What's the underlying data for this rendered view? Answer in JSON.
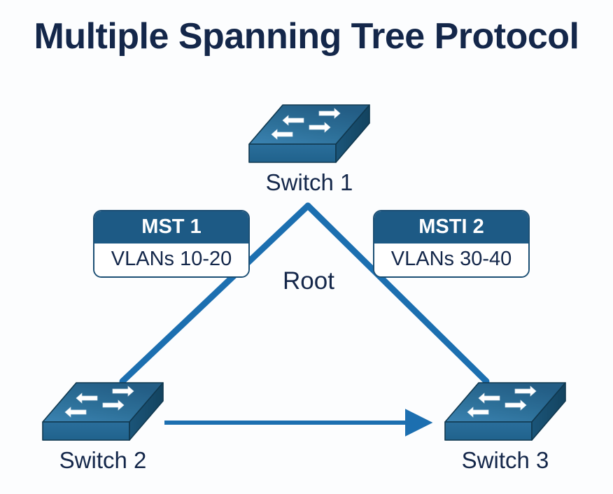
{
  "diagram": {
    "title": "Multiple Spanning Tree Protocol",
    "background_color": "#fcfdfe",
    "title_color": "#14274a",
    "link_color": "#1c6fb0",
    "switch_body_color": "#1d5a85",
    "switch_top_color": "#2b6f9e",
    "switch_side_color": "#154a70",
    "box_header_color": "#1d5a85",
    "box_border_color": "#1c4f74"
  },
  "nodes": [
    {
      "id": "switch1",
      "label": "Switch 1",
      "icon": "network-switch-icon"
    },
    {
      "id": "switch2",
      "label": "Switch 2",
      "icon": "network-switch-icon"
    },
    {
      "id": "switch3",
      "label": "Switch 3",
      "icon": "network-switch-icon"
    }
  ],
  "instances": [
    {
      "id": "mst1",
      "name": "MST 1",
      "vlans": "VLANs 10-20",
      "side": "left"
    },
    {
      "id": "msti2",
      "name": "MSTI 2",
      "vlans": "VLANs 30-40",
      "side": "right"
    }
  ],
  "annotations": {
    "root_label": "Root"
  },
  "links": [
    {
      "from": "switch1",
      "to": "switch2",
      "style": "plain",
      "instance": "mst1"
    },
    {
      "from": "switch1",
      "to": "switch3",
      "style": "plain",
      "instance": "msti2"
    },
    {
      "from": "switch2",
      "to": "switch3",
      "style": "arrow"
    }
  ]
}
